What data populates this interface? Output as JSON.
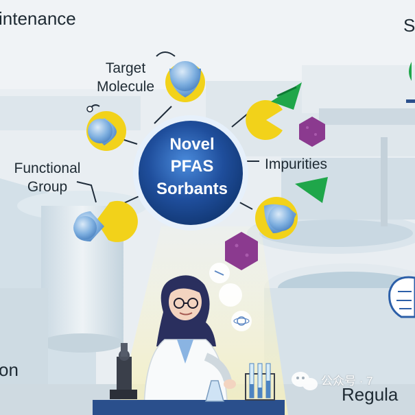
{
  "edge_labels": {
    "top_left": "intenance",
    "top_right": "S",
    "bottom_left": "on",
    "bottom_right": "Regula"
  },
  "center": {
    "line1": "Novel",
    "line2": "PFAS",
    "line3": "Sorbants"
  },
  "nodes": {
    "target_molecule": [
      "Target",
      "Molecule"
    ],
    "functional_group": [
      "Functional",
      "Group"
    ],
    "impurities": "Impurities"
  },
  "watermark": "公众号 · 7",
  "colors": {
    "sky": "#eef2f5",
    "tank_wall": "#d7e3ea",
    "center_circle": "#1f4e9c",
    "center_circle_light": "#3d7fd0",
    "sorbent_yellow": "#f2d21a",
    "molecule_blue": "#6d9fd4",
    "impurity_purple": "#8b3a8f",
    "green_wedge": "#1fa64a",
    "lab_lightbeam": "#f5f1c8"
  }
}
